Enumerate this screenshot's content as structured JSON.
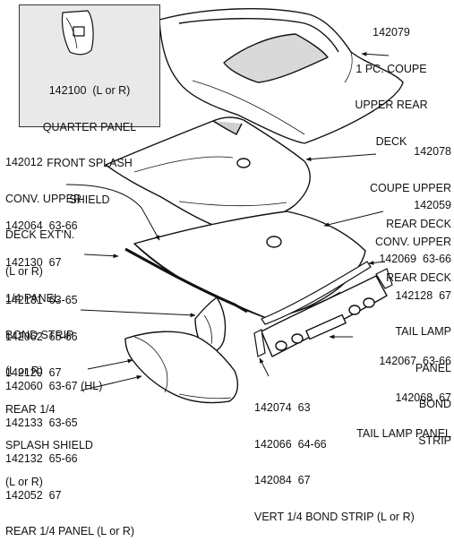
{
  "inset": {
    "lines": [
      "142100  (L or R)",
      "QUARTER PANEL",
      "FRONT SPLASH",
      "SHIELD"
    ]
  },
  "labels": {
    "coupe_rear_deck": [
      "142079",
      "1 PC. COUPE",
      "UPPER REAR",
      "DECK"
    ],
    "conv_ext": [
      "142012",
      "CONV. UPPER",
      "DECK EXT'N.",
      "(L or R)"
    ],
    "coupe_upper_rear": [
      "142078",
      "COUPE UPPER",
      "REAR DECK"
    ],
    "conv_upper_rear": [
      "142059",
      "CONV. UPPER",
      "REAR DECK"
    ],
    "quarter_bond": [
      "142064  63-66",
      "142130  67",
      "1/4 PANEL",
      "BOND STRIP",
      "(L or R)"
    ],
    "tail_lamp_bond": [
      "142069  63-66",
      "142128  67",
      "TAIL LAMP",
      "PANEL",
      "BOND",
      "STRIP"
    ],
    "rear_splash": [
      "142131  63-65",
      "142062  65-66",
      "142129  67",
      "REAR 1/4",
      "SPLASH SHIELD",
      "(L or R)"
    ],
    "tail_lamp_panel": [
      "142067  63-66",
      "142068  67",
      "TAIL LAMP PANEL"
    ],
    "rear_quarter": [
      "142060  63-67 (HL)",
      "142133  63-65",
      "142132  65-66",
      "142052  67",
      "REAR 1/4 PANEL (L or R)"
    ],
    "vert_bond": [
      "142074  63",
      "142066  64-66",
      "142084  67",
      "VERT 1/4 BOND STRIP (L or R)"
    ]
  }
}
